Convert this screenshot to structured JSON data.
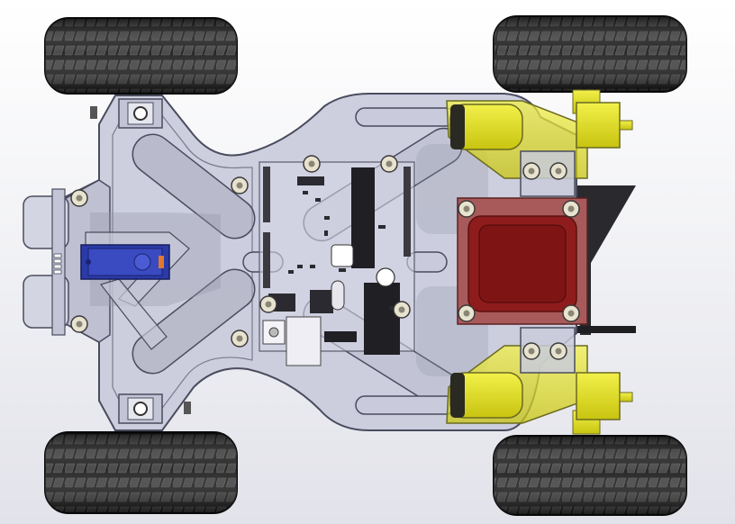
{
  "scene": {
    "colors": {
      "background_top": "#ffffff",
      "background_bottom": "#e2e3ea",
      "chassis_fill": "#c9cbdc",
      "chassis_stroke": "#4a4c5e",
      "tire_dark": "#151515",
      "tire_tread": "#3c3c3c",
      "motor_yellow": "#e0de1c",
      "servo_blue": "#2c3aa8",
      "battery_red": "#8f1c1c",
      "battery_frame": "#a85a5a",
      "pcb_line": "#5a5c6c",
      "chip_black": "#1f1f24"
    },
    "parts": {
      "wheels": [
        "front-left",
        "front-right",
        "rear-left",
        "rear-right"
      ],
      "motors": [
        "motor-top",
        "motor-bottom"
      ],
      "sensors": [
        "ultrasonic-sensor"
      ],
      "actuators": [
        "servo"
      ],
      "power": [
        "battery-pack"
      ]
    }
  }
}
